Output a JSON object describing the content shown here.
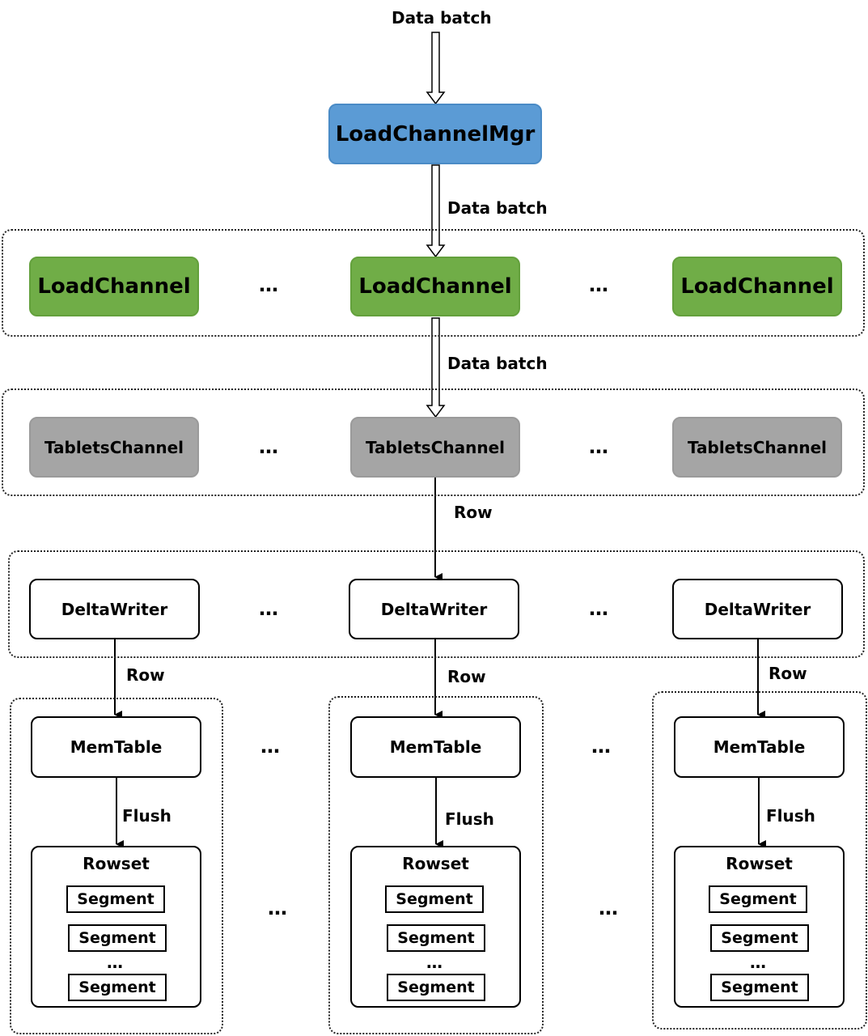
{
  "labels": {
    "data_batch": "Data batch",
    "row": "Row",
    "flush": "Flush",
    "ellipsis": "…",
    "segment_ellipsis": "…"
  },
  "nodes": {
    "load_channel_mgr": "LoadChannelMgr",
    "load_channel": "LoadChannel",
    "tablets_channel": "TabletsChannel",
    "delta_writer": "DeltaWriter",
    "mem_table": "MemTable",
    "rowset": "Rowset",
    "segment": "Segment"
  }
}
